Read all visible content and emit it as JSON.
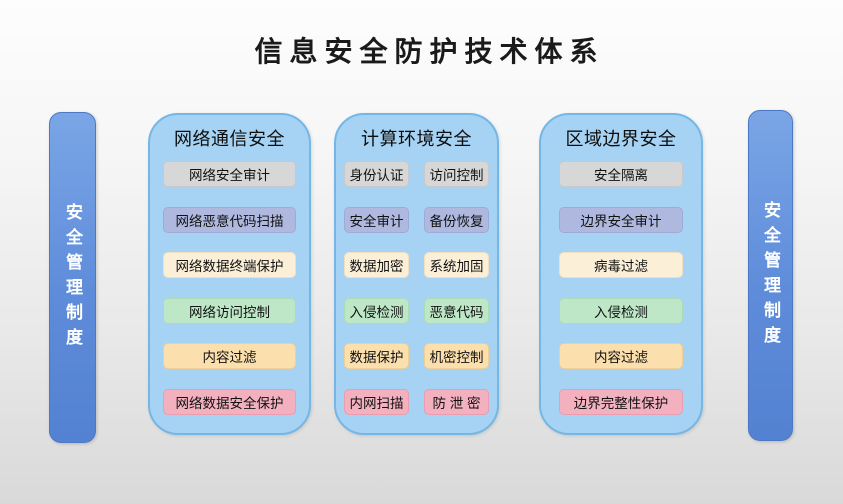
{
  "title": "信息安全防护技术体系",
  "side_bars": {
    "left": {
      "label": "安全管理制度"
    },
    "right": {
      "label": "安全管理制度"
    }
  },
  "columns": [
    {
      "header": "网络通信安全",
      "layout": "single",
      "items": [
        {
          "label": "网络安全审计",
          "color": "gray"
        },
        {
          "label": "网络恶意代码扫描",
          "color": "purple"
        },
        {
          "label": "网络数据终端保护",
          "color": "cream"
        },
        {
          "label": "网络访问控制",
          "color": "green"
        },
        {
          "label": "内容过滤",
          "color": "orange"
        },
        {
          "label": "网络数据安全保护",
          "color": "pink"
        }
      ]
    },
    {
      "header": "计算环境安全",
      "layout": "double",
      "rows": [
        [
          {
            "label": "身份认证",
            "color": "gray"
          },
          {
            "label": "访问控制",
            "color": "gray"
          }
        ],
        [
          {
            "label": "安全审计",
            "color": "purple"
          },
          {
            "label": "备份恢复",
            "color": "purple"
          }
        ],
        [
          {
            "label": "数据加密",
            "color": "cream"
          },
          {
            "label": "系统加固",
            "color": "cream"
          }
        ],
        [
          {
            "label": "入侵检测",
            "color": "green"
          },
          {
            "label": "恶意代码",
            "color": "green"
          }
        ],
        [
          {
            "label": "数据保护",
            "color": "orange"
          },
          {
            "label": "机密控制",
            "color": "orange"
          }
        ],
        [
          {
            "label": "内网扫描",
            "color": "pink"
          },
          {
            "label": "防 泄 密",
            "color": "pink"
          }
        ]
      ]
    },
    {
      "header": "区域边界安全",
      "layout": "single",
      "items": [
        {
          "label": "安全隔离",
          "color": "gray"
        },
        {
          "label": "边界安全审计",
          "color": "purple"
        },
        {
          "label": "病毒过滤",
          "color": "cream"
        },
        {
          "label": "入侵检测",
          "color": "green"
        },
        {
          "label": "内容过滤",
          "color": "orange"
        },
        {
          "label": "边界完整性保护",
          "color": "pink"
        }
      ]
    }
  ],
  "palette": {
    "bar_blue_top": "#7AA5E6",
    "bar_blue_bottom": "#5482D2",
    "panel_fill": "#A6D3F3",
    "panel_border": "#74B7E6",
    "item_gray": "#D7D7D7",
    "item_purple": "#AFB9DF",
    "item_cream": "#FBEFD8",
    "item_green": "#BEE7C7",
    "item_orange": "#FBDFAD",
    "item_pink": "#F3B0BE",
    "title_color": "#1A1A1A"
  }
}
